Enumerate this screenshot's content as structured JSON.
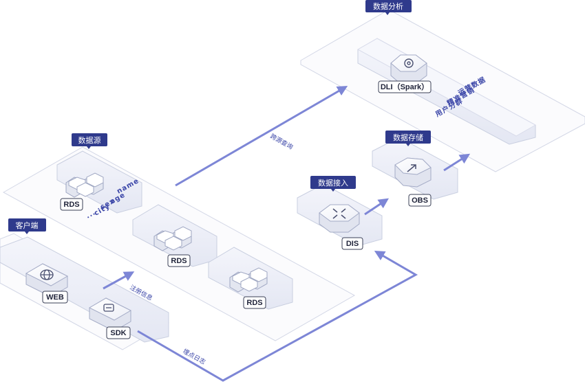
{
  "colors": {
    "accent": "#7d86d6",
    "tag_bg": "#2f3a8c",
    "frame": "#c9cfe0",
    "panel": "#eef0f8"
  },
  "sections": {
    "client": "客户端",
    "source": "数据源",
    "ingest": "数据接入",
    "storage": "数据存储",
    "analysis": "数据分析"
  },
  "nodes": {
    "web": "WEB",
    "sdk": "SDK",
    "rds_1": "RDS",
    "rds_2": "RDS",
    "rds_3": "RDS",
    "dis": "DIS",
    "obs": "OBS",
    "dli": "DLI（Spark）"
  },
  "fields": [
    "name",
    "age",
    "sex",
    "city",
    "..."
  ],
  "analysis_items": [
    "运营数据",
    "精准营销",
    "用户分群"
  ],
  "flows": {
    "register": "注册信息",
    "cross_source": "跨源查询",
    "tracking": "埋点日志"
  },
  "icons": {
    "web": "globe-icon",
    "sdk": "sdk-chip-icon",
    "rds": "hexagon-cluster-icon",
    "dis": "converge-arrows-icon",
    "obs": "upload-arrow-icon",
    "dli": "spark-engine-icon"
  }
}
